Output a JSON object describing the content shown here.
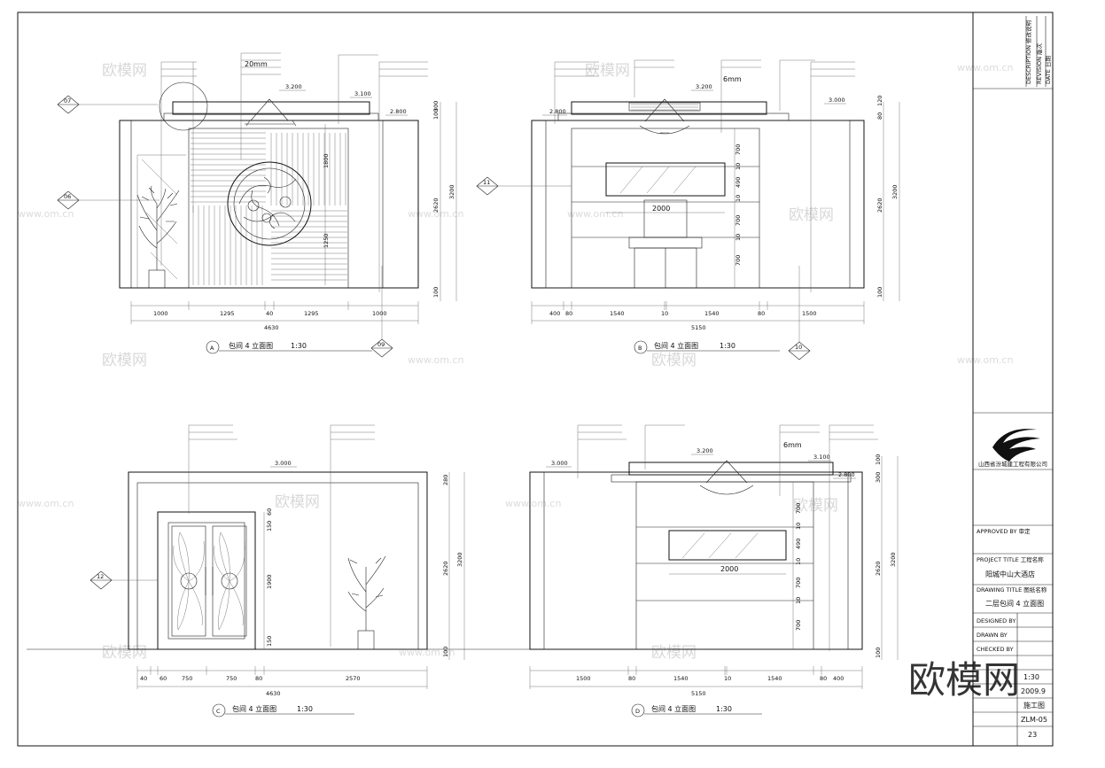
{
  "drawings": {
    "A": {
      "letter": "A",
      "title": "包间 4 立面图",
      "scale": "1:30",
      "level_left": "3.200",
      "level_right": "3.100",
      "level_mid": "2.800",
      "dims_bottom": [
        "1000",
        "1295",
        "40",
        "1295",
        "1000"
      ],
      "total": "4630",
      "dims_right": [
        "100",
        "300",
        "2620",
        "100"
      ],
      "total_h": "3200",
      "callouts": [
        "07",
        "06",
        "09"
      ]
    },
    "B": {
      "letter": "B",
      "title": "包间 4 立面图",
      "scale": "1:30",
      "level_left": "2.800",
      "level_mid": "3.200",
      "level_right": "3.000",
      "dims_bottom": [
        "400",
        "80",
        "1540",
        "10",
        "1540",
        "80",
        "1500"
      ],
      "total": "5150",
      "dims_right": [
        "120",
        "80",
        "2620",
        "100"
      ],
      "total_h": "3200",
      "mirror_width": "2000",
      "callouts": [
        "11",
        "10"
      ]
    },
    "C": {
      "letter": "C",
      "title": "包间 4 立面图",
      "scale": "1:30",
      "level_left": "3.000",
      "dims_bottom": [
        "40",
        "60",
        "750",
        "750",
        "80",
        "2570"
      ],
      "total": "4630",
      "dims_right": [
        "280",
        "2620",
        "100"
      ],
      "total_h": "3200",
      "door_dims": [
        "60",
        "150",
        "1900",
        "150"
      ],
      "callouts": [
        "12"
      ]
    },
    "D": {
      "letter": "D",
      "title": "包间 4 立面图",
      "scale": "1:30",
      "level_left": "3.000",
      "level_mid": "3.200",
      "level_right": "3.100",
      "level_mid2": "2.800",
      "dims_bottom": [
        "1500",
        "80",
        "1540",
        "10",
        "1540",
        "80",
        "400"
      ],
      "total": "5150",
      "dims_right": [
        "100",
        "300",
        "2620",
        "100"
      ],
      "total_h": "3200",
      "mirror_width": "2000"
    }
  },
  "inner_dims_A": [
    "1800",
    "1250"
  ],
  "inner_dims_B": [
    "700",
    "10",
    "490",
    "10",
    "700",
    "10",
    "700"
  ],
  "inner_dims_D": [
    "700",
    "10",
    "490",
    "10",
    "700",
    "10",
    "700"
  ],
  "note_20mm": "20mm",
  "note_6mm": "6mm",
  "title_block": {
    "company": "山西省汾城建工程有限公司",
    "project_label": "PROJECT TITLE 工程名称",
    "project_name": "阳城中山大酒店",
    "drawing_label": "DRAWING TITLE 图纸名称",
    "drawing_name": "二层包间 4 立面图",
    "approved": "APPROVED BY 审定",
    "designed": "DESIGNED BY",
    "drawn": "DRAWN BY",
    "checked": "CHECKED BY",
    "scale_val": "1:30",
    "date_val": "2009.9",
    "phase_val": "施工图",
    "drawing_no": "ZLM-05",
    "sheet_no": "23",
    "header_a": "DESCRIPTION 修改说明",
    "header_b": "REVISION 版次",
    "header_c": "DATE 日期"
  },
  "watermark": {
    "cn": "欧模网",
    "url": "www.om.cn",
    "big": "欧模网"
  }
}
